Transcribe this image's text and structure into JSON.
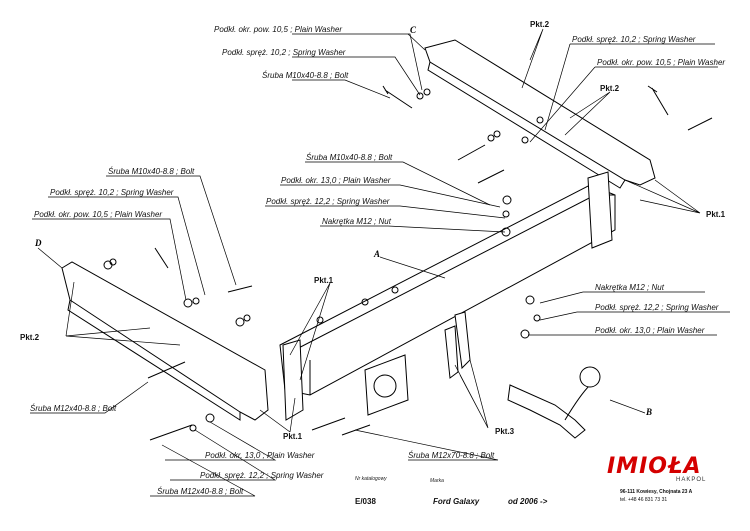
{
  "labels": {
    "plain_washer_10_5_top": "Podkł. okr. pow. 10,5 ; Plain Washer",
    "spring_washer_10_2_top": "Podkł. spręż. 10,2 ; Spring Washer",
    "bolt_m10_top": "Śruba M10x40-8.8 ; Bolt",
    "spring_washer_10_2_right": "Podkł. spręż. 10,2 ; Spring Washer",
    "plain_washer_10_5_right": "Podkł. okr. pow. 10,5 ; Plain Washer",
    "bolt_m10_mid": "Śruba M10x40-8.8 ; Bolt",
    "plain_washer_13_mid": "Podkł. okr. 13,0 ; Plain Washer",
    "spring_washer_12_2_mid": "Podkł. spręż. 12,2 ; Spring Washer",
    "nut_m12_mid": "Nakrętka M12 ; Nut",
    "bolt_m10_left": "Śruba M10x40-8.8 ; Bolt",
    "spring_washer_10_2_left": "Podkł. spręż. 10,2 ; Spring Washer",
    "plain_washer_10_5_left": "Podkł. okr. pow. 10,5 ; Plain Washer",
    "nut_m12_right": "Nakrętka M12 ; Nut",
    "spring_washer_12_2_right": "Podkł. spręż. 12,2 ; Spring Washer",
    "plain_washer_13_right": "Podkł. okr. 13,0 ; Plain Washer",
    "bolt_m12_left": "Śruba M12x40-8.8 ; Bolt",
    "plain_washer_13_bottom": "Podkł. okr. 13,0 ; Plain Washer",
    "spring_washer_12_2_bottom": "Podkł. spręż. 12,2 ; Spring Washer",
    "bolt_m12_bottom": "Śruba M12x40-8.8 ; Bolt",
    "bolt_m12x70": "Śruba M12x70-8.8 ; Bolt"
  },
  "points": {
    "pkt1": "Pkt.1",
    "pkt2": "Pkt.2",
    "pkt3": "Pkt.3"
  },
  "part_letters": {
    "a": "A",
    "b": "B",
    "c": "C",
    "d": "D"
  },
  "info": {
    "catalog_label": "Nr katalogowy",
    "catalog_value": "E/038",
    "make_label": "Marka",
    "make_value": "Ford Galaxy",
    "year_value": "od 2006 ->"
  },
  "brand": {
    "logo": "IMIOŁA",
    "sub": "HAKPOL",
    "address": "96-111 Kowiesy, Chojnata 23 A",
    "phone": "tel. +48 46 831 73 31",
    "logo_color": "#d40000"
  }
}
